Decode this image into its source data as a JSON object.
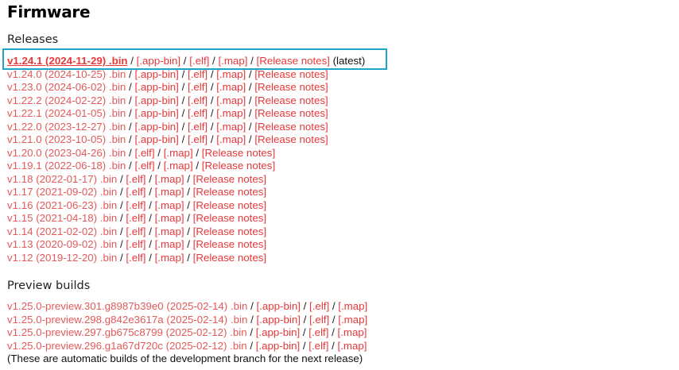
{
  "title": "Firmware",
  "releases_heading": "Releases",
  "preview_heading": "Preview builds",
  "separator": "/",
  "latest_label": "(latest)",
  "releases": [
    {
      "version": "v1.24.1 (2024-11-29) .bin",
      "links": [
        "[.app-bin]",
        "[.elf]",
        "[.map]",
        "[Release notes]"
      ],
      "latest": true
    },
    {
      "version": "v1.24.0 (2024-10-25) .bin",
      "links": [
        "[.app-bin]",
        "[.elf]",
        "[.map]",
        "[Release notes]"
      ]
    },
    {
      "version": "v1.23.0 (2024-06-02) .bin",
      "links": [
        "[.app-bin]",
        "[.elf]",
        "[.map]",
        "[Release notes]"
      ]
    },
    {
      "version": "v1.22.2 (2024-02-22) .bin",
      "links": [
        "[.app-bin]",
        "[.elf]",
        "[.map]",
        "[Release notes]"
      ]
    },
    {
      "version": "v1.22.1 (2024-01-05) .bin",
      "links": [
        "[.app-bin]",
        "[.elf]",
        "[.map]",
        "[Release notes]"
      ]
    },
    {
      "version": "v1.22.0 (2023-12-27) .bin",
      "links": [
        "[.app-bin]",
        "[.elf]",
        "[.map]",
        "[Release notes]"
      ]
    },
    {
      "version": "v1.21.0 (2023-10-05) .bin",
      "links": [
        "[.app-bin]",
        "[.elf]",
        "[.map]",
        "[Release notes]"
      ]
    },
    {
      "version": "v1.20.0 (2023-04-26) .bin",
      "links": [
        "[.elf]",
        "[.map]",
        "[Release notes]"
      ]
    },
    {
      "version": "v1.19.1 (2022-06-18) .bin",
      "links": [
        "[.elf]",
        "[.map]",
        "[Release notes]"
      ]
    },
    {
      "version": "v1.18 (2022-01-17) .bin",
      "links": [
        "[.elf]",
        "[.map]",
        "[Release notes]"
      ]
    },
    {
      "version": "v1.17 (2021-09-02) .bin",
      "links": [
        "[.elf]",
        "[.map]",
        "[Release notes]"
      ]
    },
    {
      "version": "v1.16 (2021-06-23) .bin",
      "links": [
        "[.elf]",
        "[.map]",
        "[Release notes]"
      ]
    },
    {
      "version": "v1.15 (2021-04-18) .bin",
      "links": [
        "[.elf]",
        "[.map]",
        "[Release notes]"
      ]
    },
    {
      "version": "v1.14 (2021-02-02) .bin",
      "links": [
        "[.elf]",
        "[.map]",
        "[Release notes]"
      ]
    },
    {
      "version": "v1.13 (2020-09-02) .bin",
      "links": [
        "[.elf]",
        "[.map]",
        "[Release notes]"
      ]
    },
    {
      "version": "v1.12 (2019-12-20) .bin",
      "links": [
        "[.elf]",
        "[.map]",
        "[Release notes]"
      ]
    }
  ],
  "previews": [
    {
      "version": "v1.25.0-preview.301.g8987b39e0 (2025-02-14) .bin",
      "links": [
        "[.app-bin]",
        "[.elf]",
        "[.map]"
      ]
    },
    {
      "version": "v1.25.0-preview.298.g842e3617a (2025-02-14) .bin",
      "links": [
        "[.app-bin]",
        "[.elf]",
        "[.map]"
      ]
    },
    {
      "version": "v1.25.0-preview.297.gb675c8799 (2025-02-12) .bin",
      "links": [
        "[.app-bin]",
        "[.elf]",
        "[.map]"
      ]
    },
    {
      "version": "v1.25.0-preview.296.g1a67d720c (2025-02-12) .bin",
      "links": [
        "[.app-bin]",
        "[.elf]",
        "[.map]"
      ]
    }
  ],
  "preview_note": "(These are automatic builds of the development branch for the next release)"
}
